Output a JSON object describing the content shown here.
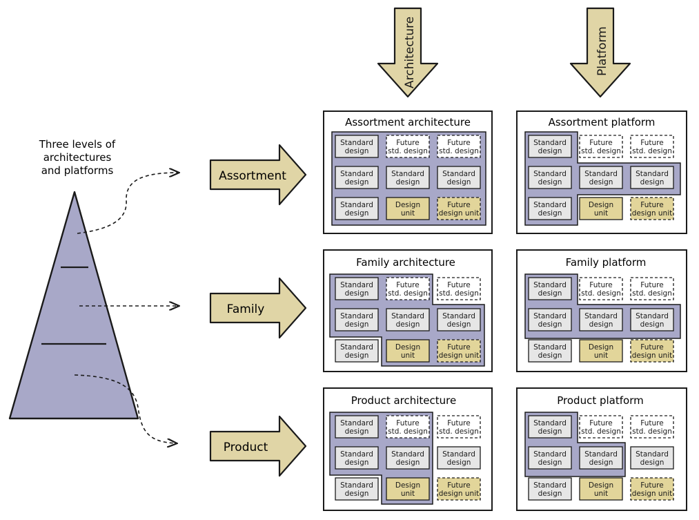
{
  "colors": {
    "panel": "#a8a8c8",
    "cell": "#e6e6e6",
    "unit": "#e2d59a",
    "arrow": "#e0d5a6",
    "outline": "#1a1a1a",
    "pyramid": "#a8a8c8"
  },
  "top_arrows": {
    "architecture": "Architecture",
    "platform": "Platform"
  },
  "intro": {
    "line1": "Three levels of",
    "line2": "architectures",
    "line3": "and platforms"
  },
  "level_arrows": [
    "Assortment",
    "Family",
    "Product"
  ],
  "cell_text": {
    "standard": [
      "Standard",
      "design"
    ],
    "future": [
      "Future",
      "std. design"
    ],
    "unit": [
      "Design",
      "unit"
    ],
    "future_unit": [
      "Future",
      "design unit"
    ]
  },
  "panels": [
    {
      "title": "Assortment architecture",
      "grid": [
        [
          "standard",
          "future",
          "future"
        ],
        [
          "standard",
          "standard",
          "standard"
        ],
        [
          "standard",
          "unit",
          "future_unit"
        ]
      ]
    },
    {
      "title": "Assortment platform",
      "grid": [
        [
          "standard",
          "future",
          "future"
        ],
        [
          "standard",
          "standard",
          "standard"
        ],
        [
          "standard",
          "unit",
          "future_unit"
        ]
      ]
    },
    {
      "title": "Family architecture",
      "grid": [
        [
          "standard",
          "future",
          "future"
        ],
        [
          "standard",
          "standard",
          "standard"
        ],
        [
          "standard",
          "unit",
          "future_unit"
        ]
      ]
    },
    {
      "title": "Family platform",
      "grid": [
        [
          "standard",
          "future",
          "future"
        ],
        [
          "standard",
          "standard",
          "standard"
        ],
        [
          "standard",
          "unit",
          "future_unit"
        ]
      ]
    },
    {
      "title": "Product architecture",
      "grid": [
        [
          "standard",
          "future",
          "future"
        ],
        [
          "standard",
          "standard",
          "standard"
        ],
        [
          "standard",
          "unit",
          "future_unit"
        ]
      ]
    },
    {
      "title": "Product platform",
      "grid": [
        [
          "standard",
          "future",
          "future"
        ],
        [
          "standard",
          "standard",
          "standard"
        ],
        [
          "standard",
          "unit",
          "future_unit"
        ]
      ]
    }
  ]
}
